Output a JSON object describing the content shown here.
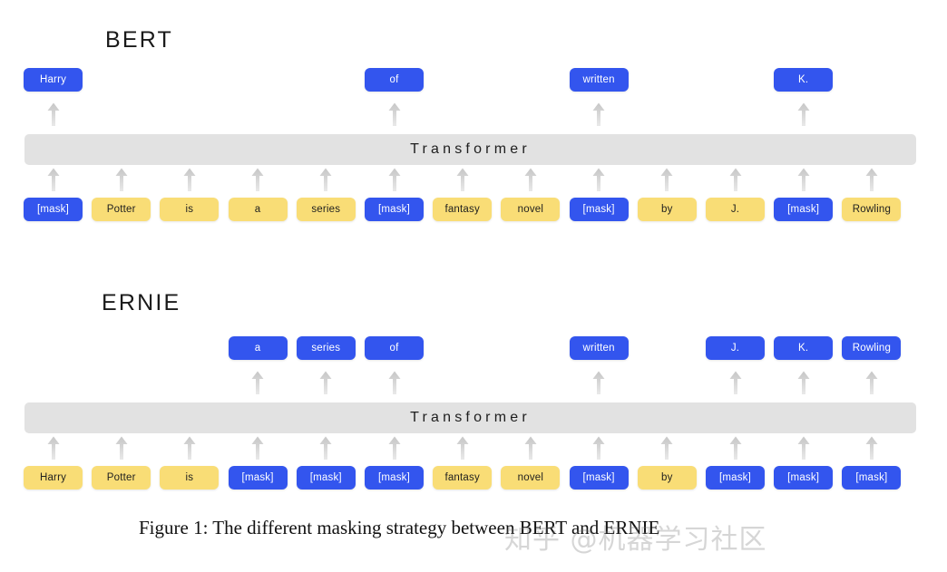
{
  "figure": {
    "caption": "Figure 1: The different masking strategy between BERT and ERNIE",
    "watermark": "知乎 @机器学习社区"
  },
  "bert": {
    "title": "BERT",
    "transformer_label": "Transformer",
    "outputs": [
      {
        "label": "Harry",
        "color": "blue",
        "slot": 0
      },
      {
        "label": "of",
        "color": "blue",
        "slot": 5
      },
      {
        "label": "written",
        "color": "blue",
        "slot": 8
      },
      {
        "label": "K.",
        "color": "blue",
        "slot": 11
      }
    ],
    "inputs": [
      {
        "label": "[mask]",
        "color": "blue"
      },
      {
        "label": "Potter",
        "color": "yellow"
      },
      {
        "label": "is",
        "color": "yellow"
      },
      {
        "label": "a",
        "color": "yellow"
      },
      {
        "label": "series",
        "color": "yellow"
      },
      {
        "label": "[mask]",
        "color": "blue"
      },
      {
        "label": "fantasy",
        "color": "yellow"
      },
      {
        "label": "novel",
        "color": "yellow"
      },
      {
        "label": "[mask]",
        "color": "blue"
      },
      {
        "label": "by",
        "color": "yellow"
      },
      {
        "label": "J.",
        "color": "yellow"
      },
      {
        "label": "[mask]",
        "color": "blue"
      },
      {
        "label": "Rowling",
        "color": "yellow"
      }
    ]
  },
  "ernie": {
    "title": "ERNIE",
    "transformer_label": "Transformer",
    "outputs": [
      {
        "label": "a",
        "color": "blue",
        "slot": 3
      },
      {
        "label": "series",
        "color": "blue",
        "slot": 4
      },
      {
        "label": "of",
        "color": "blue",
        "slot": 5
      },
      {
        "label": "written",
        "color": "blue",
        "slot": 8
      },
      {
        "label": "J.",
        "color": "blue",
        "slot": 10
      },
      {
        "label": "K.",
        "color": "blue",
        "slot": 11
      },
      {
        "label": "Rowling",
        "color": "blue",
        "slot": 12
      }
    ],
    "inputs": [
      {
        "label": "Harry",
        "color": "yellow"
      },
      {
        "label": "Potter",
        "color": "yellow"
      },
      {
        "label": "is",
        "color": "yellow"
      },
      {
        "label": "[mask]",
        "color": "blue"
      },
      {
        "label": "[mask]",
        "color": "blue"
      },
      {
        "label": "[mask]",
        "color": "blue"
      },
      {
        "label": "fantasy",
        "color": "yellow"
      },
      {
        "label": "novel",
        "color": "yellow"
      },
      {
        "label": "[mask]",
        "color": "blue"
      },
      {
        "label": "by",
        "color": "yellow"
      },
      {
        "label": "[mask]",
        "color": "blue"
      },
      {
        "label": "[mask]",
        "color": "blue"
      },
      {
        "label": "[mask]",
        "color": "blue"
      }
    ]
  },
  "colors": {
    "mask_blue": "#3355ee",
    "token_yellow": "#f9dd76",
    "transformer_gray": "#e2e2e2",
    "arrow_gray": "#d3d3d3"
  }
}
